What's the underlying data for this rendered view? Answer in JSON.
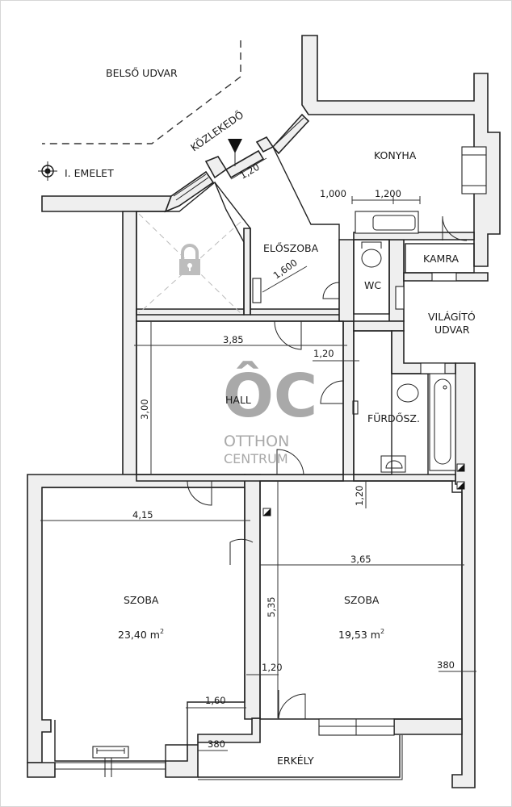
{
  "plan": {
    "floor_label": "I. EMELET",
    "outside_labels": {
      "inner_courtyard": "BELSŐ UDVAR",
      "corridor": "KÖZLEKEDŐ",
      "light_well": [
        "VILÁGÍTÓ",
        "UDVAR"
      ]
    },
    "rooms": {
      "kitchen": "KONYHA",
      "pantry": "KAMRA",
      "entry": "ELŐSZOBA",
      "wc": "WC",
      "hall": "HALL",
      "bathroom": "FÜRDŐSZ.",
      "room_left": "SZOBA",
      "room_left_area": "23,40 m",
      "room_right": "SZOBA",
      "room_right_area": "19,53 m",
      "area_unit_sup": "2",
      "balcony": "ERKÉLY"
    },
    "dimensions": {
      "entry_door": "1,20",
      "kitchen_a": "1,000",
      "kitchen_b": "1,200",
      "entry_diag": "1,600",
      "hall_width": "3,85",
      "hall_depth": "3,00",
      "hall_door": "1,20",
      "room_left_width": "4,15",
      "room_right_width": "3,65",
      "room_right_depth": "5,35",
      "room_right_top": "1,20",
      "room_right_side": "380",
      "room_left_bottom": "1,60",
      "room_mid_bottom": "1,20",
      "balcony_depth": "380"
    },
    "watermark": {
      "logo": "ÔC",
      "line1": "OTTHON",
      "line2": "CENTRUM"
    },
    "icons": {
      "lock": "lock-icon",
      "floor_marker": "crosshair-marker-icon",
      "entrance_arrow": "entrance-arrow-icon"
    }
  }
}
